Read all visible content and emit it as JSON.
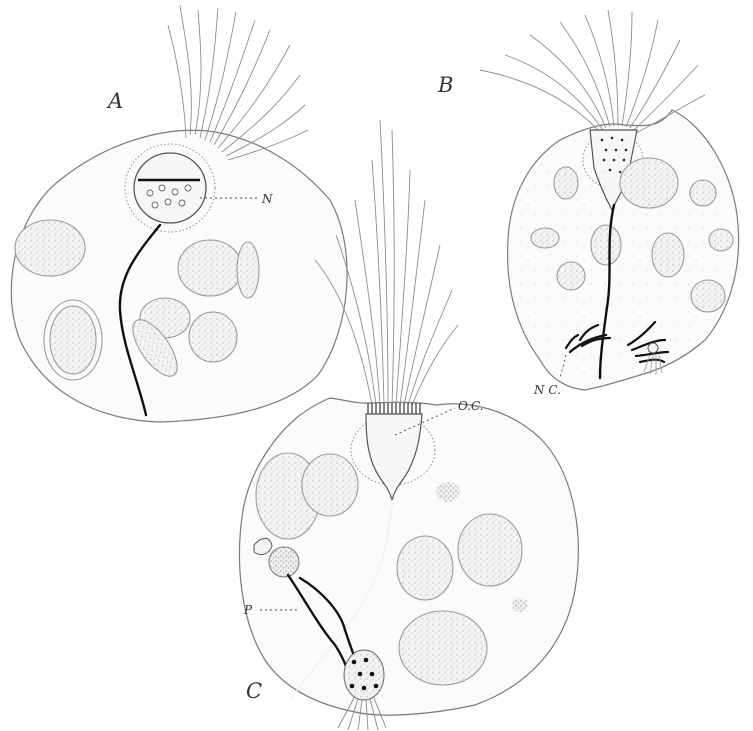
{
  "figure": {
    "labels": {
      "a": "A",
      "b": "B",
      "c": "C",
      "n": "N",
      "nc": "N C.",
      "oc": "O.C.",
      "p": "P"
    }
  },
  "colors": {
    "line": "#7a7a7a",
    "nerve": "#111111",
    "stipple": "#bdbdbd",
    "background": "#ffffff"
  }
}
